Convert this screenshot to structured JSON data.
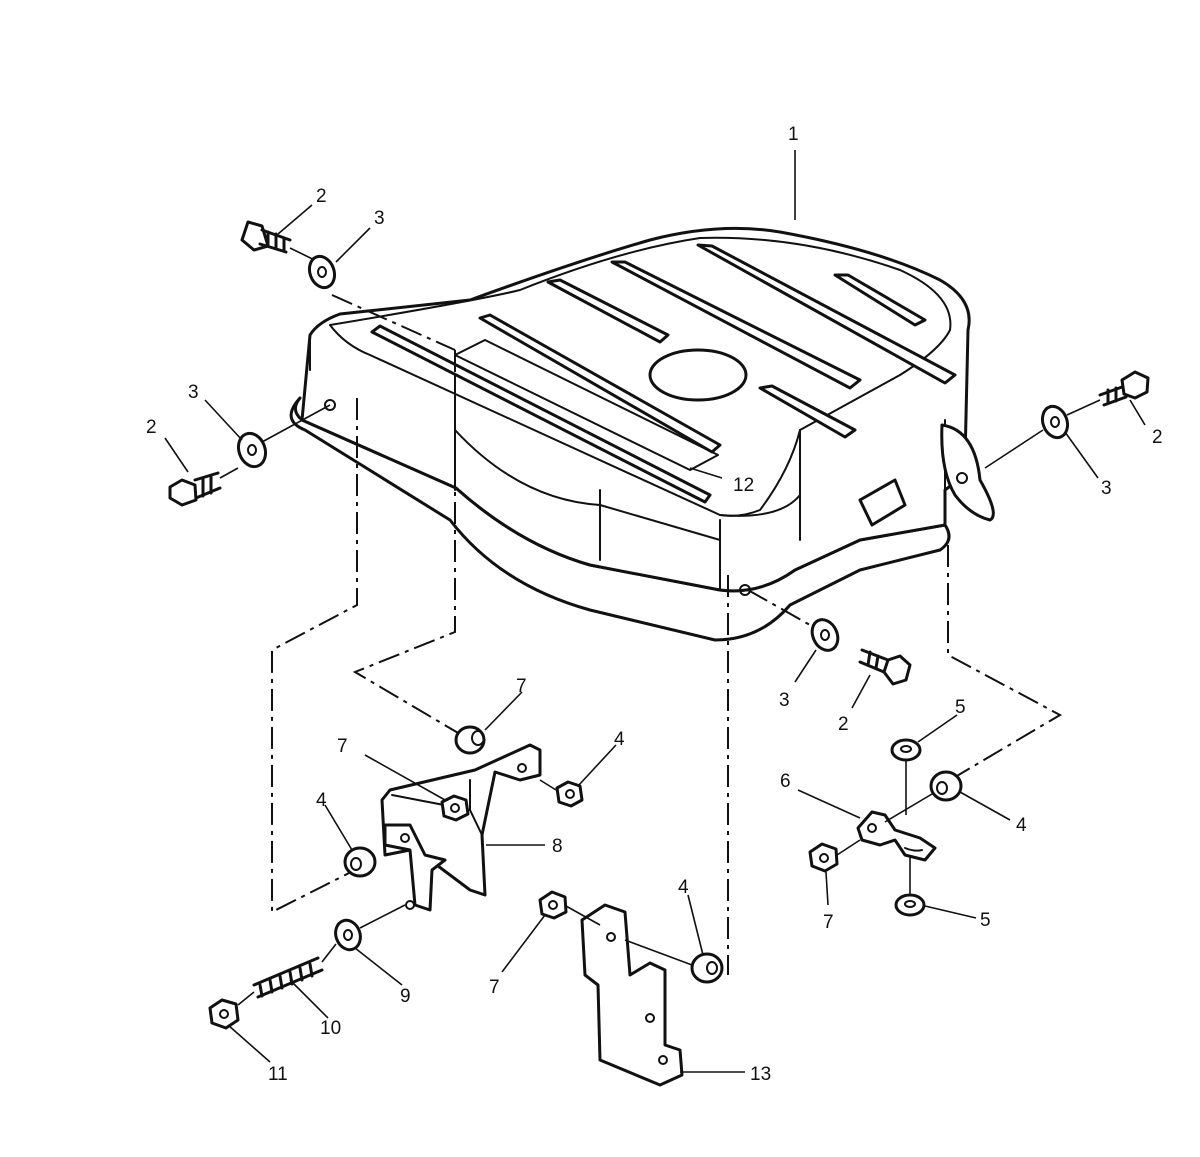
{
  "diagram": {
    "callouts": [
      {
        "id": "c1",
        "label": "1"
      },
      {
        "id": "c2a",
        "label": "2"
      },
      {
        "id": "c3a",
        "label": "3"
      },
      {
        "id": "c3b",
        "label": "3"
      },
      {
        "id": "c2b",
        "label": "2"
      },
      {
        "id": "c2c",
        "label": "2"
      },
      {
        "id": "c3c",
        "label": "3"
      },
      {
        "id": "c12",
        "label": "12"
      },
      {
        "id": "c3d",
        "label": "3"
      },
      {
        "id": "c2d",
        "label": "2"
      },
      {
        "id": "c7a",
        "label": "7"
      },
      {
        "id": "c7b",
        "label": "7"
      },
      {
        "id": "c4a",
        "label": "4"
      },
      {
        "id": "c4b",
        "label": "4"
      },
      {
        "id": "c8",
        "label": "8"
      },
      {
        "id": "c9",
        "label": "9"
      },
      {
        "id": "c10",
        "label": "10"
      },
      {
        "id": "c11",
        "label": "11"
      },
      {
        "id": "c7c",
        "label": "7"
      },
      {
        "id": "c4c",
        "label": "4"
      },
      {
        "id": "c13",
        "label": "13"
      },
      {
        "id": "c5a",
        "label": "5"
      },
      {
        "id": "c6",
        "label": "6"
      },
      {
        "id": "c4d",
        "label": "4"
      },
      {
        "id": "c7d",
        "label": "7"
      },
      {
        "id": "c5b",
        "label": "5"
      }
    ]
  }
}
